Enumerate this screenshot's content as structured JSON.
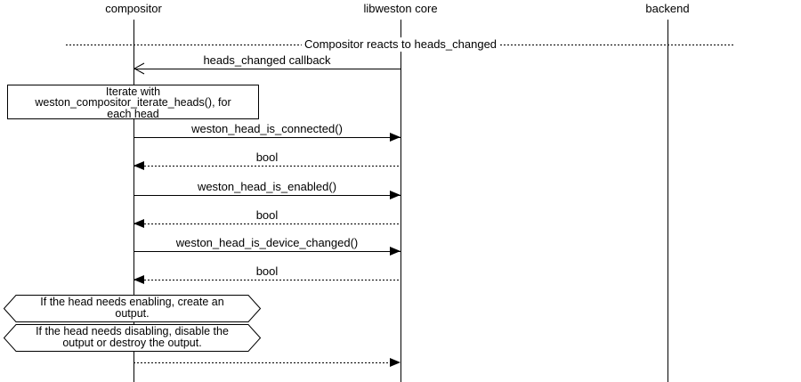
{
  "canvas": {
    "background": "#ffffff",
    "line_color": "#000000"
  },
  "diagram": {
    "actors": [
      {
        "id": "compositor",
        "label": "compositor"
      },
      {
        "id": "libweston-core",
        "label": "libweston core"
      },
      {
        "id": "backend",
        "label": "backend"
      }
    ],
    "title": "Compositor reacts to heads_changed",
    "messages": [
      {
        "label": "heads_changed callback",
        "from": "libweston core",
        "to": "compositor",
        "line_style": "solid",
        "arrowhead": "open"
      },
      {
        "label": "weston_head_is_connected()",
        "from": "compositor",
        "to": "libweston core",
        "line_style": "solid",
        "arrowhead": "filled"
      },
      {
        "label": "bool",
        "from": "libweston core",
        "to": "compositor",
        "line_style": "dotted",
        "arrowhead": "filled"
      },
      {
        "label": "weston_head_is_enabled()",
        "from": "compositor",
        "to": "libweston core",
        "line_style": "solid",
        "arrowhead": "filled"
      },
      {
        "label": "bool",
        "from": "libweston core",
        "to": "compositor",
        "line_style": "dotted",
        "arrowhead": "filled"
      },
      {
        "label": "weston_head_is_device_changed()",
        "from": "compositor",
        "to": "libweston core",
        "line_style": "solid",
        "arrowhead": "filled"
      },
      {
        "label": "bool",
        "from": "libweston core",
        "to": "compositor",
        "line_style": "dotted",
        "arrowhead": "filled"
      },
      {
        "label": "",
        "from": "compositor",
        "to": "libweston core",
        "line_style": "dotted",
        "arrowhead": "filled"
      }
    ],
    "note": {
      "lines": [
        "Iterate with",
        "weston_compositor_iterate_heads(), for",
        "each head"
      ]
    },
    "conditions": [
      {
        "lines": [
          "If the head needs enabling, create an",
          "output."
        ]
      },
      {
        "lines": [
          "If the head needs disabling, disable the",
          "output or destroy the output."
        ]
      }
    ]
  }
}
